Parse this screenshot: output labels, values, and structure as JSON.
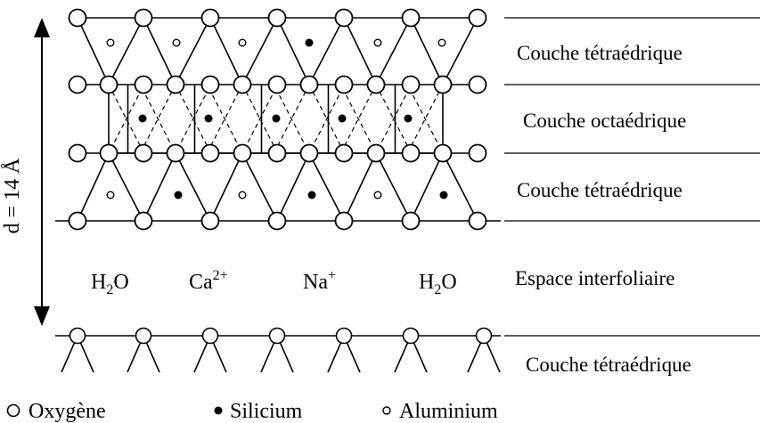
{
  "diagram": {
    "dimension_label": "d = 14 Å",
    "layer_labels": [
      "Couche tétraédrique",
      "Couche octaédrique",
      "Couche tétraédrique",
      "Espace interfoliaire",
      "Couche tétraédrique"
    ],
    "interlayer_species": [
      {
        "base": "H",
        "sub": "2",
        "rest": "O"
      },
      {
        "base": "Ca",
        "sup": "2+"
      },
      {
        "base": "Na",
        "sup": "+"
      },
      {
        "base": "H",
        "sub": "2",
        "rest": "O"
      }
    ],
    "legend": [
      {
        "symbol": "large-open-circle",
        "label": "Oxygène"
      },
      {
        "symbol": "filled-dot",
        "label": "Silicium"
      },
      {
        "symbol": "small-open-circle",
        "label": "Aluminium"
      }
    ]
  }
}
